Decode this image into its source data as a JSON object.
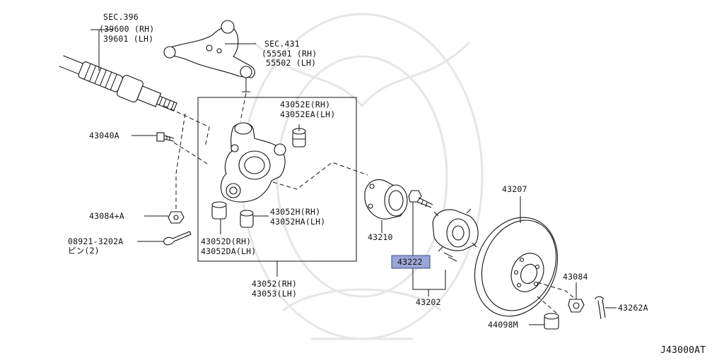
{
  "labels": {
    "sec396": "SEC.396",
    "p39600": "(39600 (RH)",
    "p39601": "39601 (LH)",
    "sec431": "SEC.431",
    "p55501": "(55501 (RH)",
    "p55502": "55502 (LH)",
    "p43052E": "43052E(RH)",
    "p43052EA": "43052EA(LH)",
    "p43040A": "43040A",
    "p43084A": "43084+A",
    "p08921": "08921-3202A",
    "pin2": "ピン(2)",
    "p43052H": "43052H(RH)",
    "p43052HA": "43052HA(LH)",
    "p43052D": "43052D(RH)",
    "p43052DA": "43052DA(LH)",
    "p43052": "43052(RH)",
    "p43053": "43053(LH)",
    "p43210": "43210",
    "p43222": "43222",
    "p43202": "43202",
    "p43207": "43207",
    "p43084": "43084",
    "p43262A": "43262A",
    "p44098M": "44098M",
    "drawing_id": "J43000AT"
  },
  "colors": {
    "highlight_fill": "#9aa6d6",
    "highlight_stroke": "#3a4a8c"
  }
}
